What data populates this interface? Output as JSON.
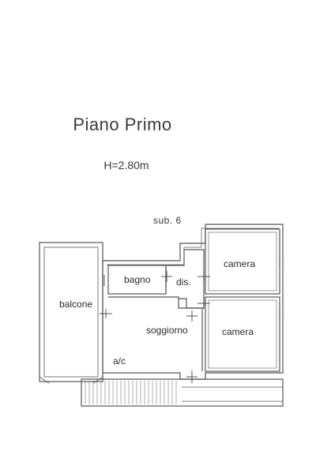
{
  "title": "Piano Primo",
  "height_label": "H=2.80m",
  "sub_label": "sub. 6",
  "rooms": {
    "balcone": "balcone",
    "bagno": "bagno",
    "dis": "dis.",
    "camera_top": "camera",
    "camera_bottom": "camera",
    "soggiorno": "soggiorno",
    "ac": "a/c"
  },
  "colors": {
    "line": "#555555",
    "text": "#2a2a2a"
  }
}
